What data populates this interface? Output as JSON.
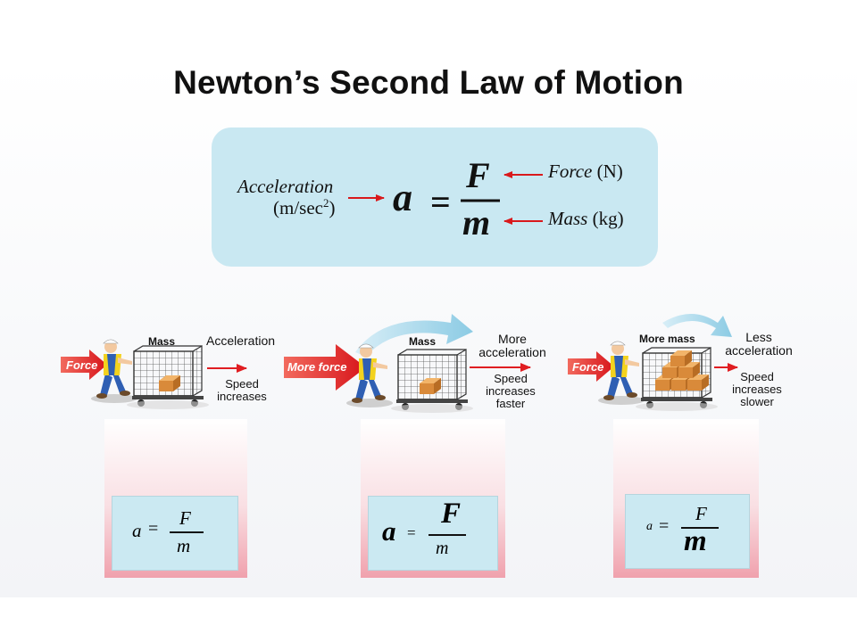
{
  "title": "Newton’s Second Law of Motion",
  "formula": {
    "acceleration_label": "Acceleration",
    "acceleration_unit_prefix": "(m/sec",
    "acceleration_unit_exp": "2",
    "acceleration_unit_suffix": ")",
    "a": "a",
    "equals": "=",
    "F": "F",
    "m": "m",
    "force_label": "Force",
    "force_unit": "(N)",
    "mass_label": "Mass",
    "mass_unit": "(kg)"
  },
  "scenes": [
    {
      "force_label": "Force",
      "mass_label": "Mass",
      "result_label": "Acceleration",
      "speed_label_line1": "Speed",
      "speed_label_line2": "increases",
      "box_count": 1
    },
    {
      "force_label": "More force",
      "mass_label": "Mass",
      "result_label_line1": "More",
      "result_label_line2": "acceleration",
      "speed_label_line1": "Speed",
      "speed_label_line2": "increases",
      "speed_label_line3": "faster",
      "box_count": 1
    },
    {
      "force_label": "Force",
      "mass_label": "More mass",
      "result_label_line1": "Less",
      "result_label_line2": "acceleration",
      "speed_label_line1": "Speed",
      "speed_label_line2": "increases",
      "speed_label_line3": "slower",
      "box_count": 6
    }
  ],
  "equations": [
    {
      "a": "a",
      "eq": "=",
      "F": "F",
      "m": "m"
    },
    {
      "a": "a",
      "eq": "=",
      "F": "F",
      "m": "m"
    },
    {
      "a": "a",
      "eq": "=",
      "F": "F",
      "m": "m"
    }
  ],
  "colors": {
    "formula_box": "#c9e8f2",
    "arrow_red": "#d9191c",
    "curve_arrow": "#8fcde6",
    "panel_pink": "#f0a1ad"
  }
}
